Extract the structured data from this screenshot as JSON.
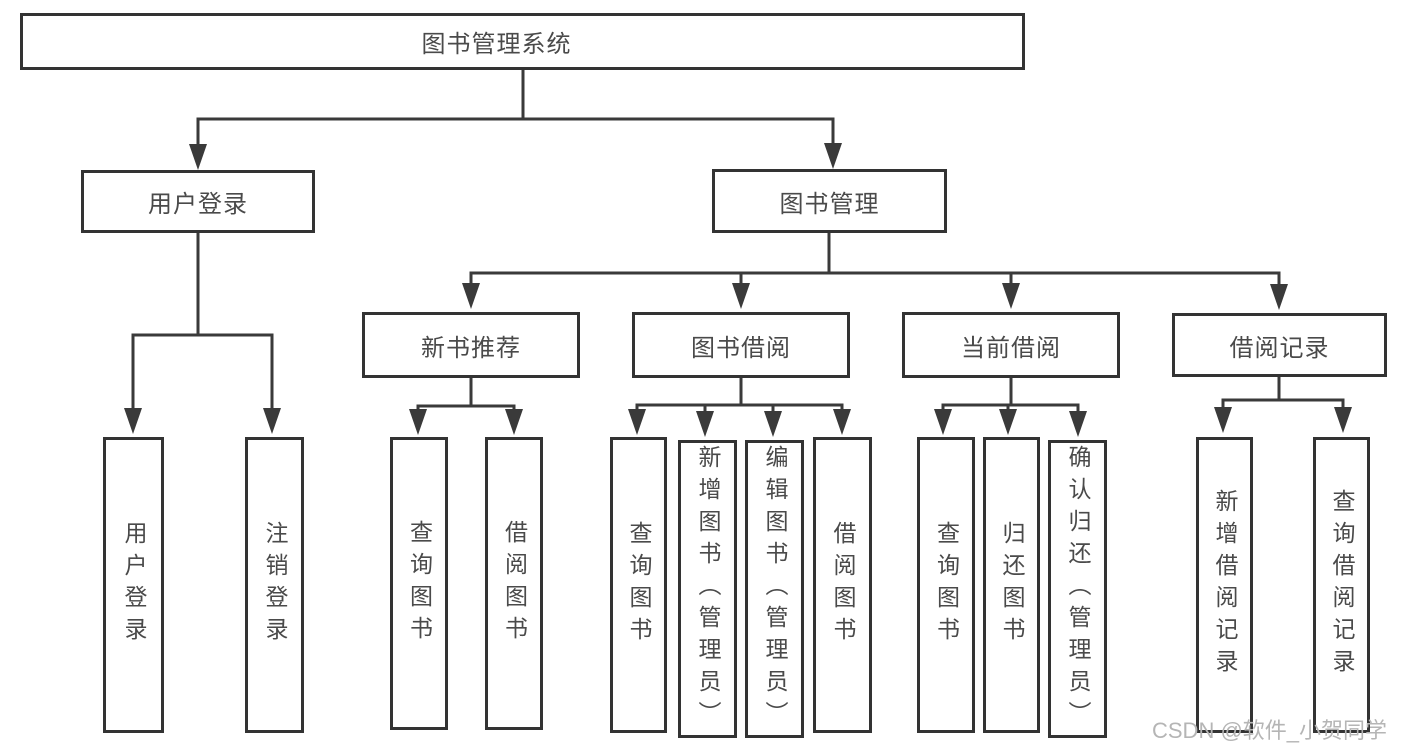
{
  "title": "图书管理系统",
  "watermark": "CSDN @软件_小贺同学",
  "colors": {
    "line": "#3a3a3a",
    "border": "#333333",
    "text": "#4a4a4a",
    "watermark": "#b5b5b5",
    "background": "#ffffff"
  },
  "tree": {
    "label": "图书管理系统",
    "children": [
      {
        "label": "用户登录",
        "children": [
          {
            "label": "用户登录"
          },
          {
            "label": "注销登录"
          }
        ]
      },
      {
        "label": "图书管理",
        "children": [
          {
            "label": "新书推荐",
            "children": [
              {
                "label": "查询图书"
              },
              {
                "label": "借阅图书"
              }
            ]
          },
          {
            "label": "图书借阅",
            "children": [
              {
                "label": "查询图书"
              },
              {
                "label": "新增图书（管理员）"
              },
              {
                "label": "编辑图书（管理员）"
              },
              {
                "label": "借阅图书"
              }
            ]
          },
          {
            "label": "当前借阅",
            "children": [
              {
                "label": "查询图书"
              },
              {
                "label": "归还图书"
              },
              {
                "label": "确认归还（管理员）"
              }
            ]
          },
          {
            "label": "借阅记录",
            "children": [
              {
                "label": "新增借阅记录"
              },
              {
                "label": "查询借阅记录"
              }
            ]
          }
        ]
      }
    ]
  }
}
